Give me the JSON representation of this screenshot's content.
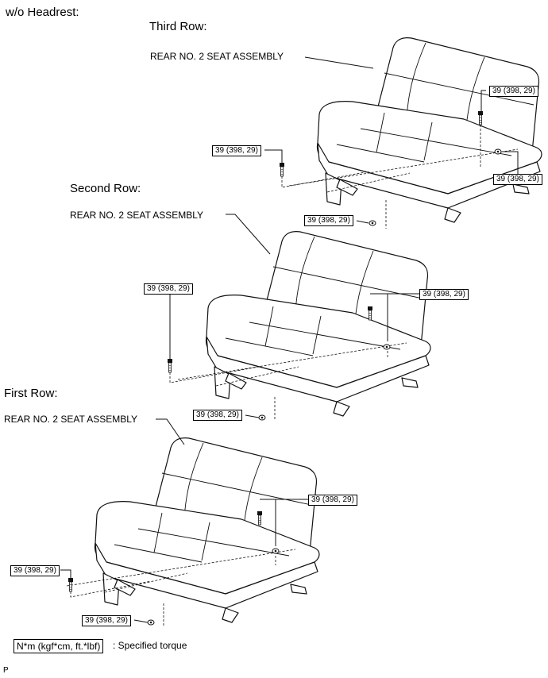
{
  "header": {
    "variant": "w/o Headrest:"
  },
  "rows": [
    {
      "title": "Third Row:",
      "assembly_label": "REAR NO. 2 SEAT ASSEMBLY",
      "torques": [
        "39 (398, 29)",
        "39 (398, 29)",
        "39 (398, 29)",
        "39 (398, 29)"
      ]
    },
    {
      "title": "Second Row:",
      "assembly_label": "REAR NO. 2 SEAT ASSEMBLY",
      "torques": [
        "39 (398, 29)",
        "39 (398, 29)",
        "39 (398, 29)"
      ]
    },
    {
      "title": "First Row:",
      "assembly_label": "REAR NO. 2 SEAT ASSEMBLY",
      "torques": [
        "39 (398, 29)",
        "39 (398, 29)",
        "39 (398, 29)"
      ]
    }
  ],
  "legend": {
    "unit": "N*m (kgf*cm, ft.*lbf)",
    "text": ": Specified torque"
  },
  "footer": {
    "code": "P"
  }
}
